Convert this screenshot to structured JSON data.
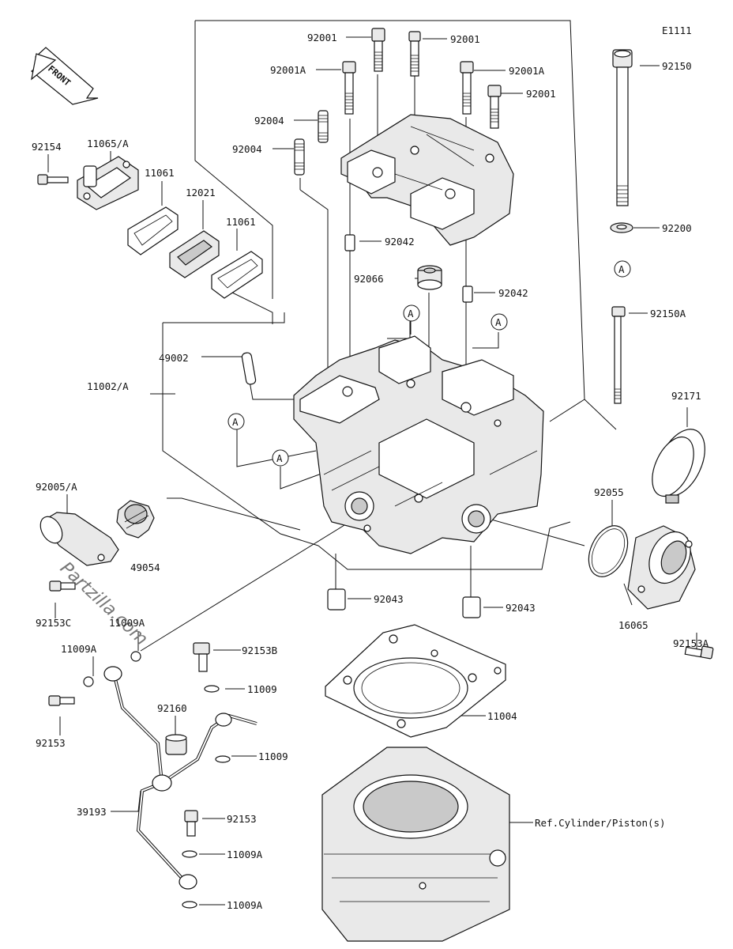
{
  "diagram_code": "E1111",
  "front_label": "FRONT",
  "watermark": "Partzilla.com",
  "ref_note": "Ref.Cylinder/Piston(s)",
  "ref_marker": "A",
  "parts": {
    "p92001_a": "92001",
    "p92001_b": "92001",
    "p92001_c": "92001",
    "p92001A_a": "92001A",
    "p92001A_b": "92001A",
    "p92004_a": "92004",
    "p92004_b": "92004",
    "p92042_a": "92042",
    "p92042_b": "92042",
    "p92066": "92066",
    "p92150": "92150",
    "p92200": "92200",
    "p92150A": "92150A",
    "p92171": "92171",
    "p92154": "92154",
    "p11065A": "11065/A",
    "p11061_a": "11061",
    "p12021": "12021",
    "p11061_b": "11061",
    "p49002": "49002",
    "p11002A": "11002/A",
    "p92005A": "92005/A",
    "p49054": "49054",
    "p92153C": "92153C",
    "p11009A_top": "11009A",
    "p11009A_left": "11009A",
    "p92153_left": "92153",
    "p92153B": "92153B",
    "p11009_a": "11009",
    "p92160": "92160",
    "p11009_b": "11009",
    "p39193": "39193",
    "p92153_mid": "92153",
    "p11009A_mid": "11009A",
    "p11009A_bot": "11009A",
    "p92043_a": "92043",
    "p92043_b": "92043",
    "p11004": "11004",
    "p92055": "92055",
    "p16065": "16065",
    "p92153A": "92153A"
  }
}
